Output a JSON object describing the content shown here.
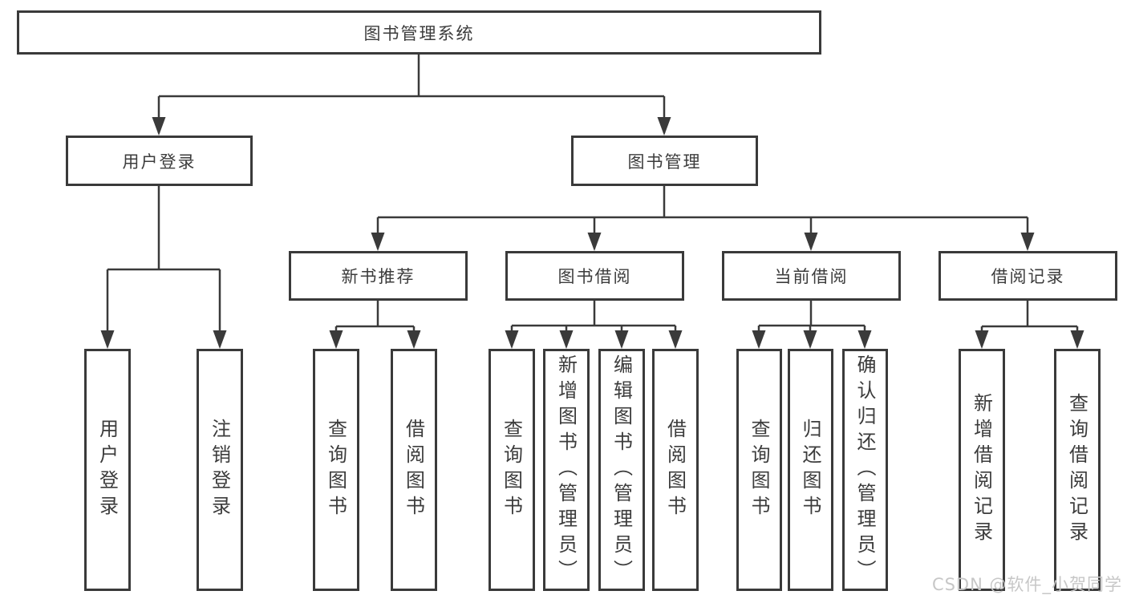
{
  "diagram": {
    "title": "图书管理系统",
    "level2": [
      {
        "label": "用户登录"
      },
      {
        "label": "图书管理"
      }
    ],
    "level3": [
      {
        "label": "新书推荐"
      },
      {
        "label": "图书借阅"
      },
      {
        "label": "当前借阅"
      },
      {
        "label": "借阅记录"
      }
    ],
    "leaves": [
      {
        "label": "用户登录",
        "parent": "用户登录"
      },
      {
        "label": "注销登录",
        "parent": "用户登录"
      },
      {
        "label": "查询图书",
        "parent": "新书推荐"
      },
      {
        "label": "借阅图书",
        "parent": "新书推荐"
      },
      {
        "label": "查询图书",
        "parent": "图书借阅"
      },
      {
        "label": "新增图书（管理员）",
        "parent": "图书借阅"
      },
      {
        "label": "编辑图书（管理员）",
        "parent": "图书借阅"
      },
      {
        "label": "借阅图书",
        "parent": "图书借阅"
      },
      {
        "label": "查询图书",
        "parent": "当前借阅"
      },
      {
        "label": "归还图书",
        "parent": "当前借阅"
      },
      {
        "label": "确认归还（管理员）",
        "parent": "当前借阅"
      },
      {
        "label": "新增借阅记录",
        "parent": "借阅记录"
      },
      {
        "label": "查询借阅记录",
        "parent": "借阅记录"
      }
    ]
  },
  "watermark": "CSDN @软件_小贺同学",
  "colors": {
    "line": "#3a3a3a",
    "text": "#3c3c3c",
    "watermark": "#c7c7c7",
    "background": "#ffffff"
  }
}
